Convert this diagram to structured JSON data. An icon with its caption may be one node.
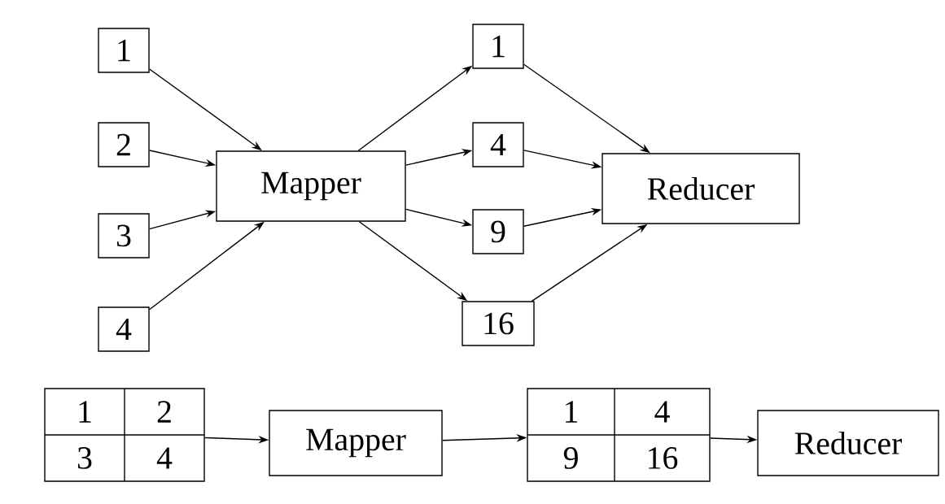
{
  "diagram": {
    "nodes": [
      {
        "text": [
          "1"
        ]
      },
      {
        "text": [
          "2"
        ]
      },
      {
        "text": [
          "3"
        ]
      },
      {
        "text": [
          "4"
        ]
      },
      {
        "text": [
          "Mapper"
        ]
      },
      {
        "text": [
          "1"
        ]
      },
      {
        "text": [
          "4"
        ]
      },
      {
        "text": [
          "9"
        ]
      },
      {
        "text": [
          "16"
        ]
      },
      {
        "text": [
          "Reducer"
        ]
      },
      {
        "text": [
          "1",
          "2",
          "3",
          "4"
        ]
      },
      {
        "text": [
          "Mapper"
        ]
      },
      {
        "text": [
          "1",
          "4",
          "9",
          "16"
        ]
      },
      {
        "text": [
          "Reducer"
        ]
      }
    ],
    "edges": [
      {
        "from": 0,
        "to": 4,
        "arrow": "to"
      },
      {
        "from": 1,
        "to": 4,
        "arrow": "to"
      },
      {
        "from": 2,
        "to": 4,
        "arrow": "to"
      },
      {
        "from": 3,
        "to": 4,
        "arrow": "to"
      },
      {
        "from": 4,
        "to": 5,
        "arrow": "to"
      },
      {
        "from": 4,
        "to": 6,
        "arrow": "to"
      },
      {
        "from": 4,
        "to": 7,
        "arrow": "to"
      },
      {
        "from": 4,
        "to": 8,
        "arrow": "to"
      },
      {
        "from": 5,
        "to": 9,
        "arrow": "to"
      },
      {
        "from": 6,
        "to": 9,
        "arrow": "to"
      },
      {
        "from": 7,
        "to": 9,
        "arrow": "to"
      },
      {
        "from": 8,
        "to": 9,
        "arrow": "to"
      },
      {
        "from": 10,
        "to": 11,
        "arrow": "to"
      },
      {
        "from": 11,
        "to": 12,
        "arrow": "to"
      },
      {
        "from": 12,
        "to": 13,
        "arrow": "to"
      }
    ]
  }
}
